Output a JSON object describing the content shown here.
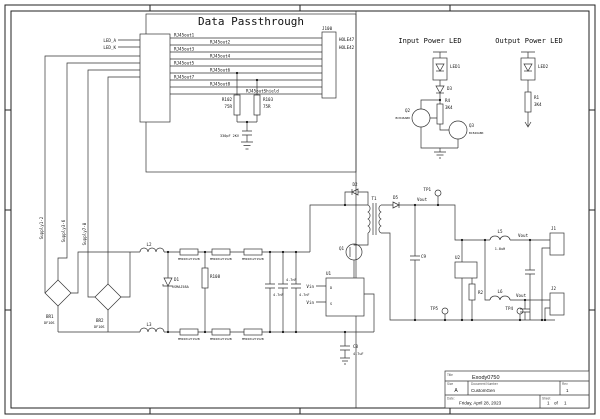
{
  "schematic": {
    "sections": {
      "data_passthrough_title": "Data Passthrough",
      "input_led_title": "Input Power LED",
      "output_led_title": "Output Power LED"
    },
    "nets": {
      "rj45out": [
        "RJ45out1",
        "RJ45out2",
        "RJ45out3",
        "RJ45out4",
        "RJ45out5",
        "RJ45out6",
        "RJ45out7",
        "RJ45out8"
      ],
      "shield": "RJ45outShield",
      "led_anode": "LED_A",
      "led_cathode": "LED_K",
      "supply_1_2": "Supply1-2",
      "supply_3_6": "Supply3-6",
      "supply_7_8": "Supply7-8",
      "vin": "Vin",
      "vout": "Vout"
    },
    "components": {
      "j100": {
        "ref": "J100",
        "note_top": "HOLE47",
        "note_bottom": "HOLE42"
      },
      "r102": {
        "ref": "R102",
        "value": "75R"
      },
      "r103": {
        "ref": "R103",
        "value": "75R"
      },
      "c100": {
        "value": "330pF 2KV"
      },
      "br1": {
        "ref": "BR1",
        "value": "DF10S"
      },
      "br2": {
        "ref": "BR2",
        "value": "DF10S"
      },
      "d1": {
        "ref": "D1",
        "value": "SMAJ58A"
      },
      "l2": {
        "ref": "L2"
      },
      "l3": {
        "ref": "L3"
      },
      "ferrite_bead": {
        "value": "MMZ2012Y152B"
      },
      "r108": {
        "ref": "R108"
      },
      "y_cap": {
        "value": "4.7nF"
      },
      "t1": {
        "ref": "T1"
      },
      "d2": {
        "ref": "D2"
      },
      "q1": {
        "ref": "Q1"
      },
      "u1": {
        "ref": "U1",
        "pin_d": "D",
        "pin_s": "S"
      },
      "c8": {
        "ref": "C8",
        "value": "4.7uF"
      },
      "d5": {
        "ref": "D5"
      },
      "c9": {
        "ref": "C9"
      },
      "l5": {
        "ref": "L5",
        "value": "1.0uH"
      },
      "l6": {
        "ref": "L6"
      },
      "u2": {
        "ref": "U2"
      },
      "r2": {
        "ref": "R2"
      },
      "j1": {
        "ref": "J1"
      },
      "j2": {
        "ref": "J2"
      },
      "tp1": {
        "ref": "TP1"
      },
      "tp4": {
        "ref": "TP4"
      },
      "tp5": {
        "ref": "TP5"
      },
      "led1": {
        "ref": "LED1"
      },
      "d3": {
        "ref": "D3"
      },
      "q2": {
        "ref": "Q2",
        "value": "BC846ABK"
      },
      "q3": {
        "ref": "Q3",
        "value": "BC846ABK"
      },
      "r4": {
        "ref": "R4",
        "value": "3K4"
      },
      "led2": {
        "ref": "LED2"
      },
      "r1": {
        "ref": "R1",
        "value": "3K4"
      }
    },
    "title_block": {
      "title_label": "Title",
      "title": "Exody0750",
      "size_label": "Size",
      "size": "A",
      "doc_label": "Document Number",
      "doc_number": "CustomGen",
      "rev_label": "Rev",
      "rev": "1",
      "date_label": "Date:",
      "date": "Friday, April 28, 2023",
      "sheet_label": "Sheet",
      "sheet_number": "1",
      "of_label": "of",
      "sheet_total": "1"
    }
  }
}
